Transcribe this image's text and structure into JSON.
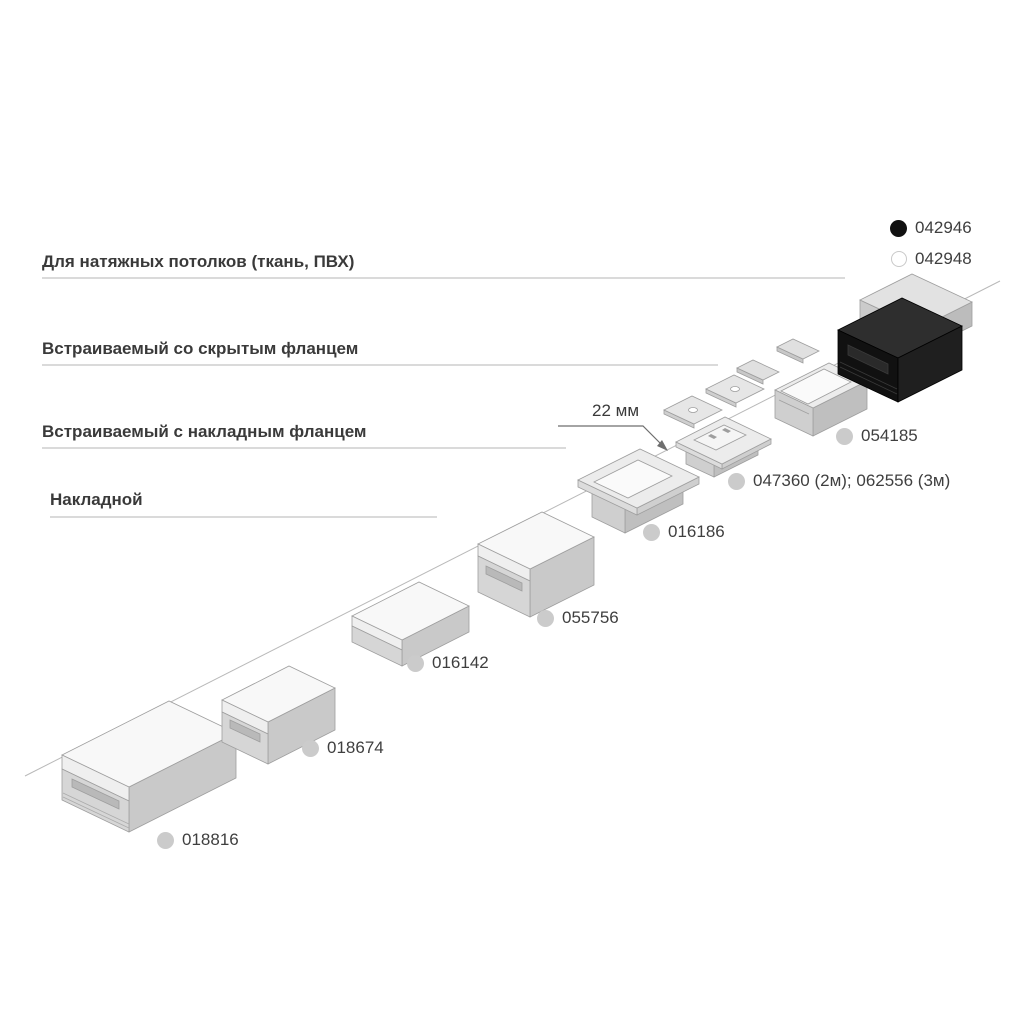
{
  "categories": [
    {
      "label": "Для натяжных потолков (ткань, ПВХ)"
    },
    {
      "label": "Встраиваемый со скрытым фланцем"
    },
    {
      "label": "Встраиваемый с накладным фланцем"
    },
    {
      "label": "Накладной"
    }
  ],
  "legend": [
    {
      "code": "042946",
      "variant": "black"
    },
    {
      "code": "042948",
      "variant": "white"
    }
  ],
  "annotations": [
    {
      "code": "054185"
    },
    {
      "code": "047360 (2м); 062556 (3м)"
    },
    {
      "code": "016186"
    },
    {
      "code": "055756"
    },
    {
      "code": "016142"
    },
    {
      "code": "018674"
    },
    {
      "code": "018816"
    }
  ],
  "dimension": {
    "label": "22 мм"
  },
  "colors": {
    "text": "#3a3a3a",
    "guide_line": "#b5b5b5",
    "bullet_gray": "#cbcbcb",
    "bullet_black": "#111111",
    "profile_black": "#111111",
    "profile_aluminum": "#d6d6d6",
    "profile_cover": "#f8f8f8"
  }
}
